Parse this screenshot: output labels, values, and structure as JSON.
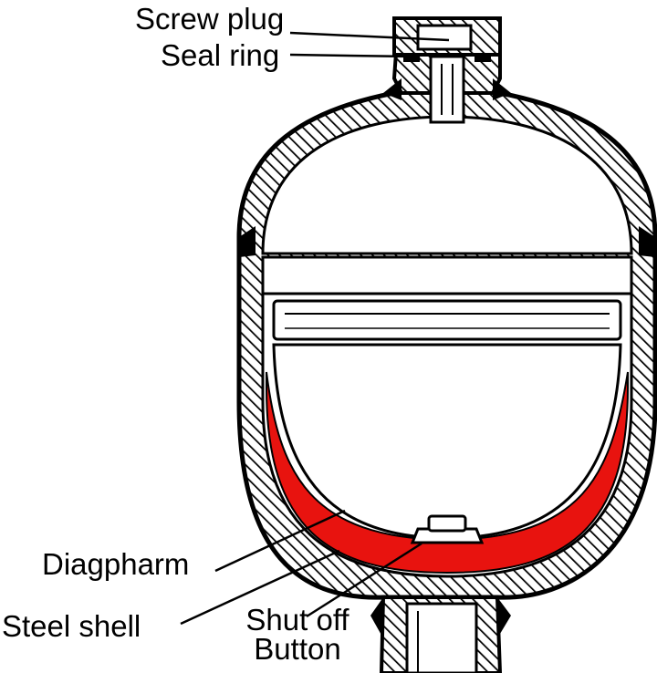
{
  "labels": {
    "screw_plug": "Screw plug",
    "seal_ring": "Seal ring",
    "diaphragm": "Diagpharm",
    "steel_shell": "Steel shell",
    "shut_off_line1": "Shut off",
    "shut_off_line2": "Button"
  },
  "colors": {
    "water_chamber": "#e8130f",
    "outline": "#000000",
    "background": "#ffffff"
  }
}
